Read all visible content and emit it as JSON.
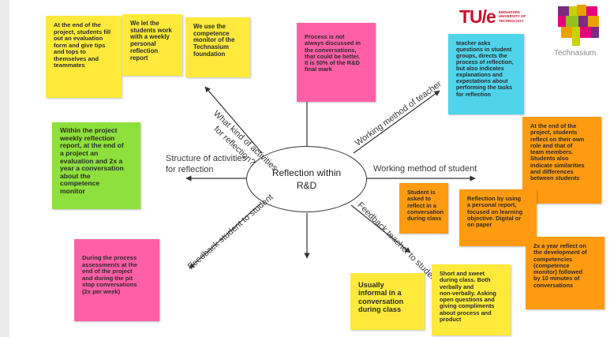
{
  "center": {
    "line1": "Reflection within",
    "line2": "R&D"
  },
  "branches": {
    "activities": {
      "line1": "What kind of activities",
      "line2": "for reflection?"
    },
    "structure": {
      "line1": "Structure of activities",
      "line2": "for reflection"
    },
    "feedback_student": "Feedback student to student",
    "teacher_method": "Working method of teacher",
    "student_method": "Working method of student",
    "feedback_teacher": "Feedback teacher to student"
  },
  "notes": {
    "evaluation_form": [
      "At the end of the",
      "project, students fill",
      "out an evaluation",
      "form and give tips",
      "and tops to",
      "themselves and",
      "teammates"
    ],
    "weekly_report": [
      "We let the",
      "students work",
      "with a weekly",
      "personal",
      "reflection",
      "report"
    ],
    "competence_monitor": [
      "We use the",
      "competence",
      "monitor of the",
      "Technasium",
      "foundation"
    ],
    "not_discussed": [
      "Process is not",
      "always discussed in",
      "the conversations,",
      "that could be better.",
      "It is 50% of the R&D",
      "final mark"
    ],
    "teacher_asks": [
      "teacher asks",
      "questions in student",
      "groups, directs the",
      "process of reflection,",
      "but also indicates",
      "explanations and",
      "expectations about",
      "performing the tasks",
      "for reflection"
    ],
    "structure_green": [
      "Within the project",
      "weekly reflection",
      "report, at the end of",
      "a project an",
      "evaluation and 2x a",
      "year a conversation",
      "about the",
      "competence",
      "monitor"
    ],
    "end_of_project_orange": [
      "At the end of the",
      "project, students",
      "reflect on their own",
      "role and that of",
      "team members.",
      "Students also",
      "indicate similarities",
      "and differences",
      "between students"
    ],
    "conversation_class": [
      "Student is",
      "asked to",
      "reflect in a",
      "conversation",
      "during class"
    ],
    "personal_report": [
      "Reflection by using",
      "a personal report,",
      "focused on learning",
      "objective. Digital or",
      "on paper"
    ],
    "twice_year": [
      "2x a year reflect on",
      "the development of",
      "competencies",
      "(competence",
      "monitor) followed",
      "by 10 minutes of",
      "conversations"
    ],
    "process_assessments": [
      "During the process",
      "assessments at the",
      "end of the project",
      "and during the pit",
      "stop conversations",
      "(2x per week)"
    ],
    "usually_informal": [
      "Usually",
      "informal in a",
      "conversation",
      "during class"
    ],
    "short_sweet": [
      "Short and sweet",
      "during class. Both",
      "verbally and",
      "non-verbally. Asking",
      "open questions and",
      "giving compliments",
      "about process and",
      "product"
    ]
  },
  "logos": {
    "tue_mark": "TU/e",
    "tue_sub": [
      "EINDHOVEN",
      "UNIVERSITY OF",
      "TECHNOLOGY"
    ],
    "technasium": "Technasium"
  },
  "colors": {
    "yellow": "#ffea3b",
    "pink": "#ff5fa6",
    "green": "#8ee03c",
    "cyan": "#4fd4ec",
    "orange": "#ff9b10",
    "tue_red": "#c8102e"
  }
}
